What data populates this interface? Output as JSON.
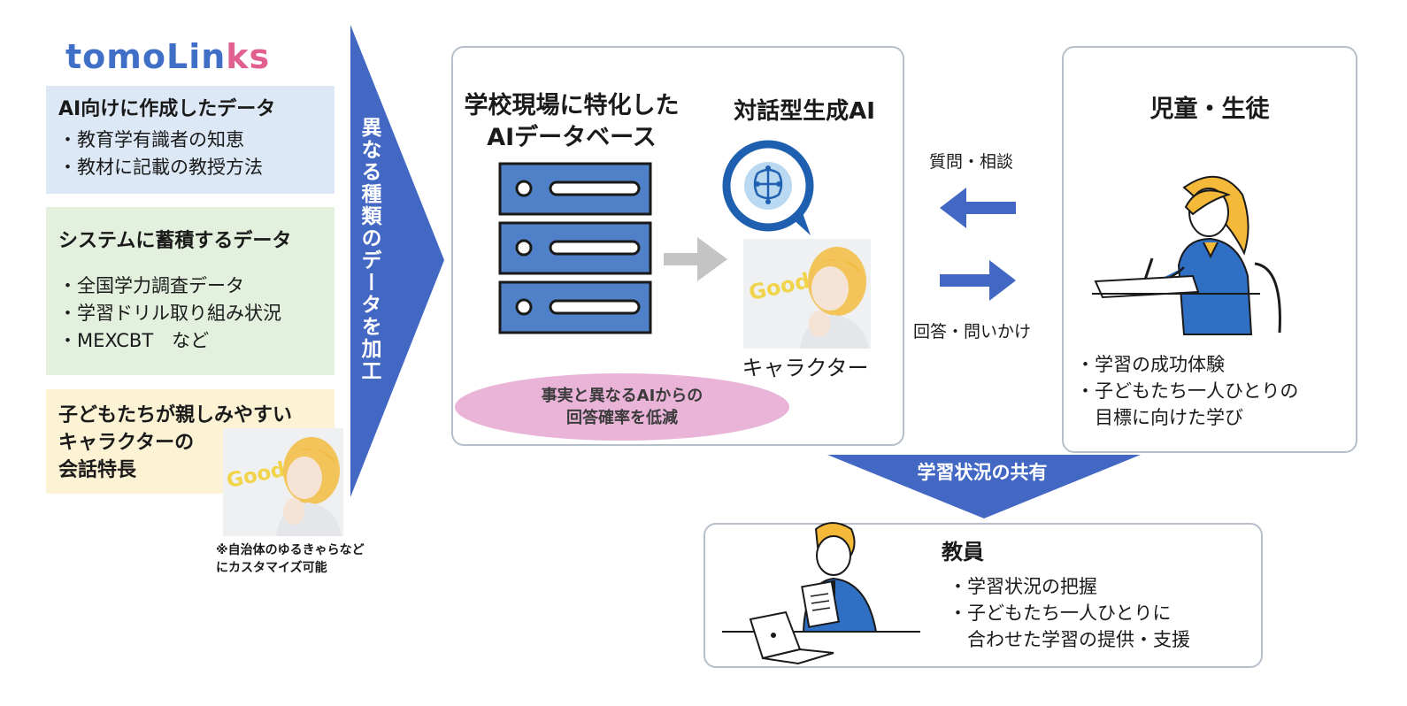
{
  "logo": {
    "part1": "tomo",
    "part2": "Lin",
    "part3": "ks"
  },
  "source_panels": {
    "ai_data": {
      "title": "AI向けに作成したデータ",
      "items": [
        "教育学有識者の知恵",
        "教材に記載の教授方法"
      ]
    },
    "system_data": {
      "title": "システムに蓄積するデータ",
      "items": [
        "全国学力調査データ",
        "学習ドリル取り組み状況",
        "MEXCBT　など"
      ]
    },
    "character": {
      "title": "子どもたちが親しみやすい\nキャラクターの\n会話特長",
      "good_text": "Good"
    }
  },
  "footnote": "※自治体のゆるきゃらなど\nにカスタマイズ可能",
  "process_arrow_label": "異なる種類のデータを加工",
  "center": {
    "database_title": "学校現場に特化した\nAIデータベース",
    "ai_title": "対話型生成AI",
    "character_label": "キャラクター",
    "good_text": "Good",
    "ellipse_text": "事実と異なるAIからの\n回答確率を低減"
  },
  "flows": {
    "question": "質問・相談",
    "answer": "回答・問いかけ",
    "share": "学習状況の共有"
  },
  "students": {
    "title": "児童・生徒",
    "items": [
      {
        "first": "学習の成功体験"
      },
      {
        "first": "子どもたち一人ひとりの",
        "cont": "目標に向けた学び"
      }
    ]
  },
  "teacher": {
    "title": "教員",
    "items": [
      {
        "first": "学習状況の把握"
      },
      {
        "first": "子どもたち一人ひとりに",
        "cont": "合わせた学習の提供・支援"
      }
    ]
  },
  "colors": {
    "primary": "#4368c4",
    "logo_pink": "#e0608f",
    "ellipse": "#e9b4d8",
    "gray_arrow": "#c4c4c4"
  }
}
